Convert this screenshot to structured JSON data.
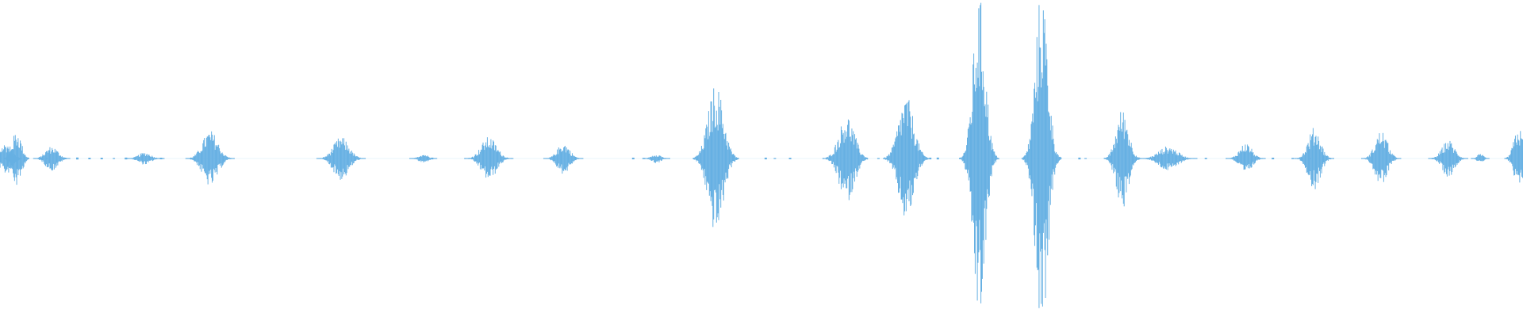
{
  "waveform": {
    "color": "#66b0e3",
    "background": "#ffffff",
    "peak_amplitude_range": [
      0,
      1
    ],
    "duration_fraction_range": [
      0,
      1
    ],
    "bursts": [
      {
        "t": 0.004,
        "w": 0.006,
        "peak": 0.05,
        "width_spread": 0.004
      },
      {
        "t": 0.011,
        "w": 0.004,
        "peak": 0.09,
        "width_spread": 0.003
      },
      {
        "t": 0.034,
        "w": 0.008,
        "peak": 0.04,
        "width_spread": 0.004
      },
      {
        "t": 0.095,
        "w": 0.01,
        "peak": 0.02,
        "width_spread": 0.004
      },
      {
        "t": 0.138,
        "w": 0.012,
        "peak": 0.09,
        "width_spread": 0.005
      },
      {
        "t": 0.224,
        "w": 0.012,
        "peak": 0.07,
        "width_spread": 0.005
      },
      {
        "t": 0.278,
        "w": 0.006,
        "peak": 0.015,
        "width_spread": 0.003
      },
      {
        "t": 0.321,
        "w": 0.012,
        "peak": 0.07,
        "width_spread": 0.005
      },
      {
        "t": 0.37,
        "w": 0.01,
        "peak": 0.05,
        "width_spread": 0.004
      },
      {
        "t": 0.431,
        "w": 0.006,
        "peak": 0.015,
        "width_spread": 0.003
      },
      {
        "t": 0.47,
        "w": 0.01,
        "peak": 0.24,
        "width_spread": 0.005
      },
      {
        "t": 0.556,
        "w": 0.008,
        "peak": 0.14,
        "width_spread": 0.005
      },
      {
        "t": 0.595,
        "w": 0.01,
        "peak": 0.2,
        "width_spread": 0.005
      },
      {
        "t": 0.643,
        "w": 0.01,
        "peak": 0.52,
        "width_spread": 0.004
      },
      {
        "t": 0.684,
        "w": 0.01,
        "peak": 0.55,
        "width_spread": 0.004
      },
      {
        "t": 0.737,
        "w": 0.008,
        "peak": 0.16,
        "width_spread": 0.004
      },
      {
        "t": 0.767,
        "w": 0.014,
        "peak": 0.04,
        "width_spread": 0.006
      },
      {
        "t": 0.818,
        "w": 0.01,
        "peak": 0.05,
        "width_spread": 0.004
      },
      {
        "t": 0.863,
        "w": 0.01,
        "peak": 0.1,
        "width_spread": 0.004
      },
      {
        "t": 0.907,
        "w": 0.01,
        "peak": 0.09,
        "width_spread": 0.004
      },
      {
        "t": 0.951,
        "w": 0.01,
        "peak": 0.06,
        "width_spread": 0.004
      },
      {
        "t": 0.972,
        "w": 0.004,
        "peak": 0.015,
        "width_spread": 0.002
      },
      {
        "t": 0.997,
        "w": 0.006,
        "peak": 0.1,
        "width_spread": 0.003
      }
    ],
    "noise_ticks": [
      0.026,
      0.03,
      0.042,
      0.05,
      0.058,
      0.066,
      0.074,
      0.082,
      0.105,
      0.283,
      0.415,
      0.422,
      0.502,
      0.508,
      0.518,
      0.54,
      0.576,
      0.61,
      0.615,
      0.708,
      0.712,
      0.791,
      0.835,
      0.848,
      0.859,
      0.94
    ]
  }
}
